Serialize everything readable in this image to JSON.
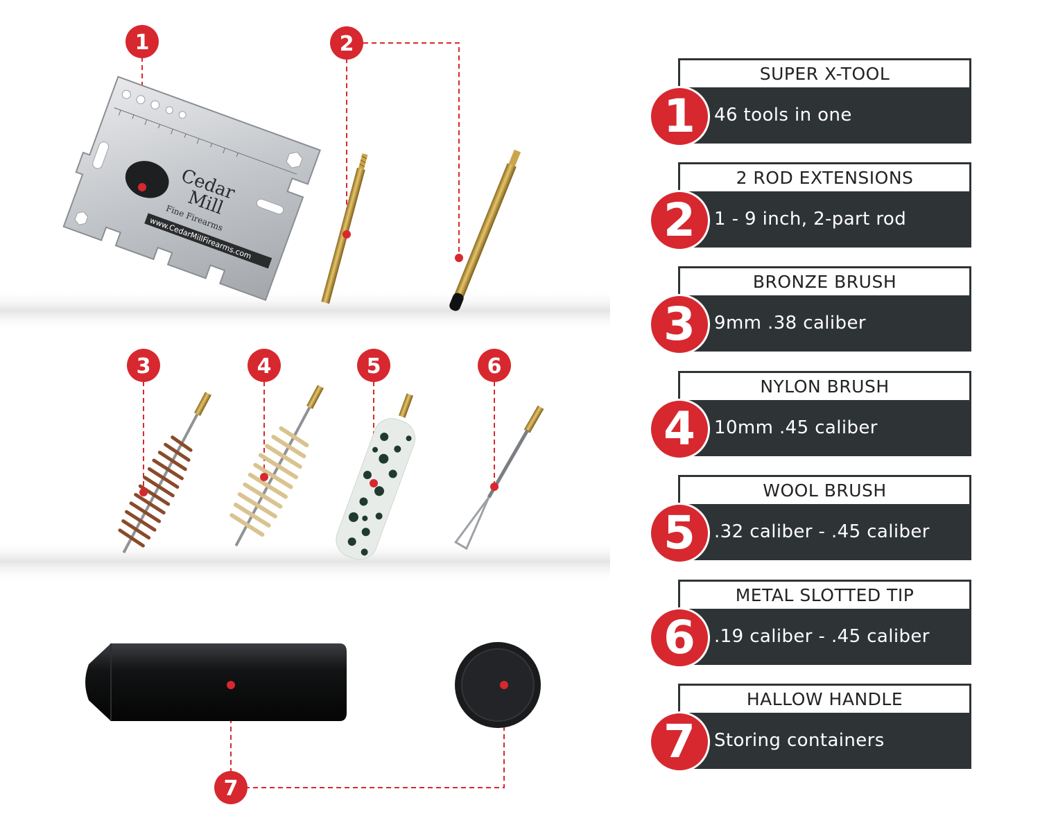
{
  "accent_color": "#d7282f",
  "panel_color": "#2e3336",
  "brand": {
    "name_line1": "Cedar",
    "name_line2": "Mill",
    "tagline": "Fine Firearms",
    "url": "www.CedarMillFirearms.com"
  },
  "callouts": [
    "1",
    "2",
    "3",
    "4",
    "5",
    "6",
    "7"
  ],
  "items": [
    {
      "number": "1",
      "title": "SUPER X-TOOL",
      "desc": "46 tools in one"
    },
    {
      "number": "2",
      "title": "2 ROD EXTENSIONS",
      "desc": "1 - 9 inch, 2-part rod"
    },
    {
      "number": "3",
      "title": "BRONZE BRUSH",
      "desc": "9mm .38 caliber"
    },
    {
      "number": "4",
      "title": "NYLON BRUSH",
      "desc": "10mm .45 caliber"
    },
    {
      "number": "5",
      "title": "WOOL BRUSH",
      "desc": ".32 caliber - .45 caliber"
    },
    {
      "number": "6",
      "title": "METAL SLOTTED TIP",
      "desc": ".19 caliber - .45 caliber"
    },
    {
      "number": "7",
      "title": "HALLOW HANDLE",
      "desc": "Storing containers"
    }
  ]
}
